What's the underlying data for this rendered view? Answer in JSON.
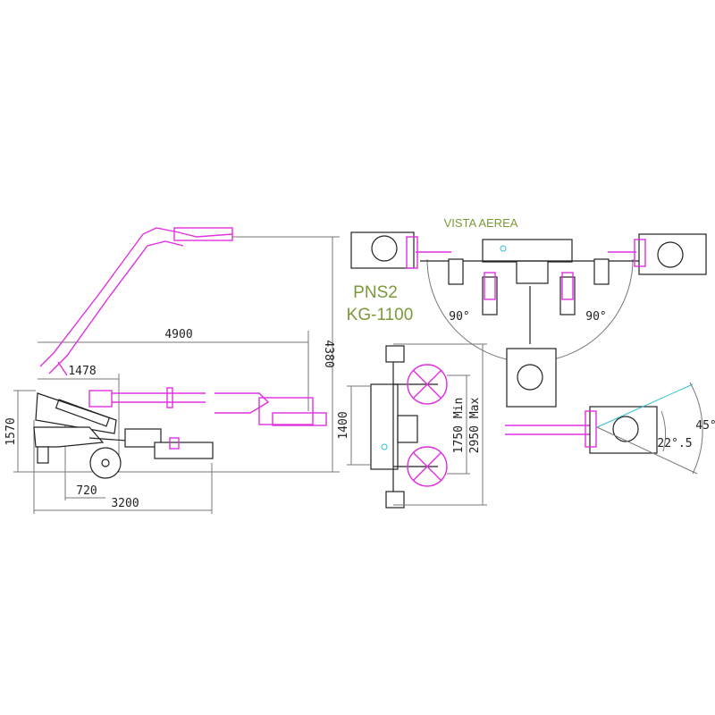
{
  "title_view": "VISTA AEREA",
  "model": {
    "line1": "PNS2",
    "line2": "KG-1100"
  },
  "side_view": {
    "dims": {
      "reach": "4900",
      "arm_offset": "1478",
      "height_max": "4380",
      "height": "1570",
      "wheel_offset": "720",
      "length": "3200"
    }
  },
  "top_view": {
    "angles": {
      "left": "90°",
      "right": "90°",
      "tilt_max": "45°",
      "tilt_half": "22°.5"
    },
    "dims": {
      "track": "1400",
      "width_min": "1750 Min",
      "width_max": "2950 Max"
    }
  },
  "colors": {
    "lines": "#222222",
    "arm": "#e030e0",
    "label": "#7a9a3a",
    "accent": "#30c0d0"
  }
}
